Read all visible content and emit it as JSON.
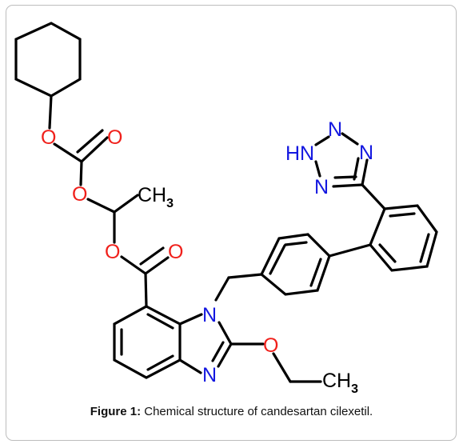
{
  "figure": {
    "caption_label": "Figure 1:",
    "caption_text": " Chemical structure of candesartan cilexetil."
  },
  "molecule": {
    "atoms": {
      "o_ester_carbonate": "O",
      "o_carbonyl_carbonate": "O",
      "o_ether": "O",
      "ch3_top": "CH",
      "ch3_top_sub": "3",
      "o_ester": "O",
      "o_carbonyl_ester": "O",
      "n_benzimidazole_1": "N",
      "n_benzimidazole_3": "N",
      "o_ethoxy": "O",
      "ch3_bottom": "CH",
      "ch3_bottom_sub": "3",
      "n_tetrazole_top": "N",
      "n_tetrazole_right": "N",
      "n_tetrazole_bottom": "N",
      "hn_tetrazole": "HN"
    },
    "colors": {
      "oxygen": "#f0201b",
      "nitrogen": "#1418e0",
      "carbon": "#000000"
    }
  }
}
